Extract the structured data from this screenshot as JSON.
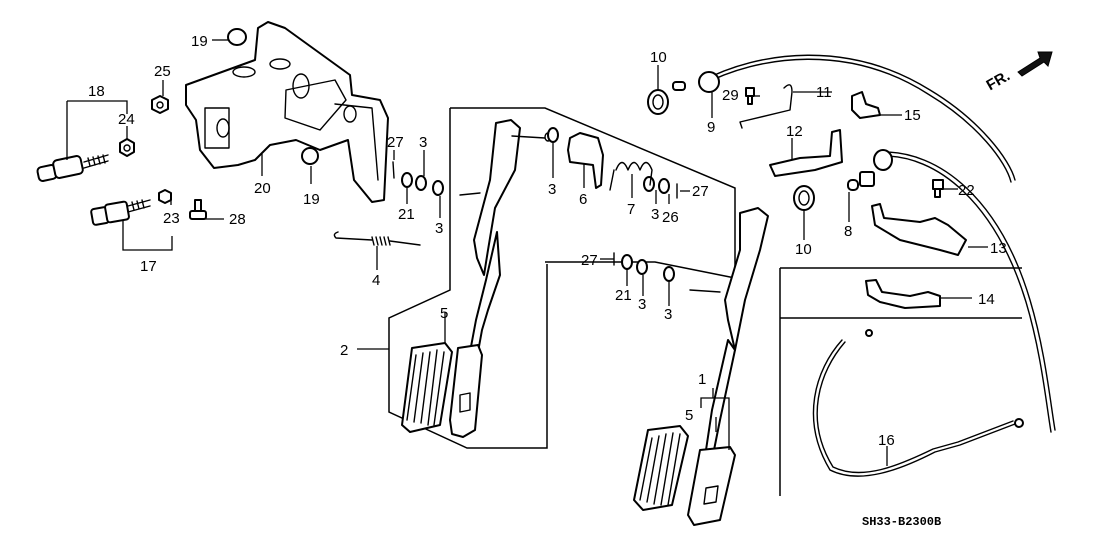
{
  "diagram": {
    "title": "Accelerator Pedal / Throttle Cable Assembly",
    "diagram_code": "SH33-B2300B",
    "direction_indicator": "FR.",
    "callouts": [
      {
        "id": "c19a",
        "label": "19"
      },
      {
        "id": "c25",
        "label": "25"
      },
      {
        "id": "c18",
        "label": "18"
      },
      {
        "id": "c24",
        "label": "24"
      },
      {
        "id": "c20",
        "label": "20"
      },
      {
        "id": "c19b",
        "label": "19"
      },
      {
        "id": "c23",
        "label": "23"
      },
      {
        "id": "c28",
        "label": "28"
      },
      {
        "id": "c17",
        "label": "17"
      },
      {
        "id": "c27a",
        "label": "27"
      },
      {
        "id": "c3a",
        "label": "3"
      },
      {
        "id": "c21a",
        "label": "21"
      },
      {
        "id": "c3b",
        "label": "3"
      },
      {
        "id": "c4",
        "label": "4"
      },
      {
        "id": "c3c",
        "label": "3"
      },
      {
        "id": "c6",
        "label": "6"
      },
      {
        "id": "c7",
        "label": "7"
      },
      {
        "id": "c3d",
        "label": "3"
      },
      {
        "id": "c26",
        "label": "26"
      },
      {
        "id": "c27b",
        "label": "27"
      },
      {
        "id": "c27c",
        "label": "27"
      },
      {
        "id": "c21b",
        "label": "21"
      },
      {
        "id": "c3e",
        "label": "3"
      },
      {
        "id": "c3f",
        "label": "3"
      },
      {
        "id": "c2",
        "label": "2"
      },
      {
        "id": "c5a",
        "label": "5"
      },
      {
        "id": "c1",
        "label": "1"
      },
      {
        "id": "c5b",
        "label": "5"
      },
      {
        "id": "c10a",
        "label": "10"
      },
      {
        "id": "c9",
        "label": "9"
      },
      {
        "id": "c29",
        "label": "29"
      },
      {
        "id": "c11",
        "label": "11"
      },
      {
        "id": "c15",
        "label": "15"
      },
      {
        "id": "c12",
        "label": "12"
      },
      {
        "id": "c10b",
        "label": "10"
      },
      {
        "id": "c8",
        "label": "8"
      },
      {
        "id": "c22",
        "label": "22"
      },
      {
        "id": "c13",
        "label": "13"
      },
      {
        "id": "c14",
        "label": "14"
      },
      {
        "id": "c16",
        "label": "16"
      }
    ]
  }
}
